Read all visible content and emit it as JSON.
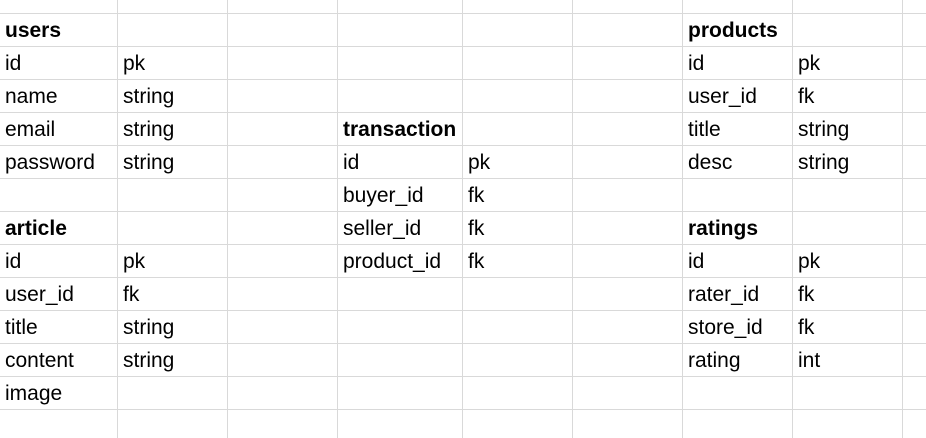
{
  "sheet": {
    "grid_color": "#d9d9d9",
    "rows": [
      [
        "users",
        "",
        "",
        "",
        "",
        "",
        "products",
        "",
        ""
      ],
      [
        "id",
        "pk",
        "",
        "",
        "",
        "",
        "id",
        "pk",
        ""
      ],
      [
        "name",
        "string",
        "",
        "",
        "",
        "",
        "user_id",
        "fk",
        ""
      ],
      [
        "email",
        "string",
        "",
        "transaction",
        "",
        "",
        "title",
        "string",
        ""
      ],
      [
        "password",
        "string",
        "",
        "id",
        "pk",
        "",
        "desc",
        "string",
        ""
      ],
      [
        "",
        "",
        "",
        "buyer_id",
        "fk",
        "",
        "",
        "",
        ""
      ],
      [
        "article",
        "",
        "",
        "seller_id",
        "fk",
        "",
        "ratings",
        "",
        ""
      ],
      [
        "id",
        "pk",
        "",
        "product_id",
        "fk",
        "",
        "id",
        "pk",
        ""
      ],
      [
        "user_id",
        "fk",
        "",
        "",
        "",
        "",
        "rater_id",
        "fk",
        ""
      ],
      [
        "title",
        "string",
        "",
        "",
        "",
        "",
        "store_id",
        "fk",
        ""
      ],
      [
        "content",
        "string",
        "",
        "",
        "",
        "",
        "rating",
        "int",
        ""
      ],
      [
        "image",
        "",
        "",
        "",
        "",
        "",
        "",
        "",
        ""
      ],
      [
        "",
        "",
        "",
        "",
        "",
        "",
        "",
        "",
        ""
      ]
    ],
    "bold_cells": [
      [
        0,
        0
      ],
      [
        0,
        6
      ],
      [
        3,
        3
      ],
      [
        6,
        0
      ],
      [
        6,
        6
      ]
    ]
  }
}
